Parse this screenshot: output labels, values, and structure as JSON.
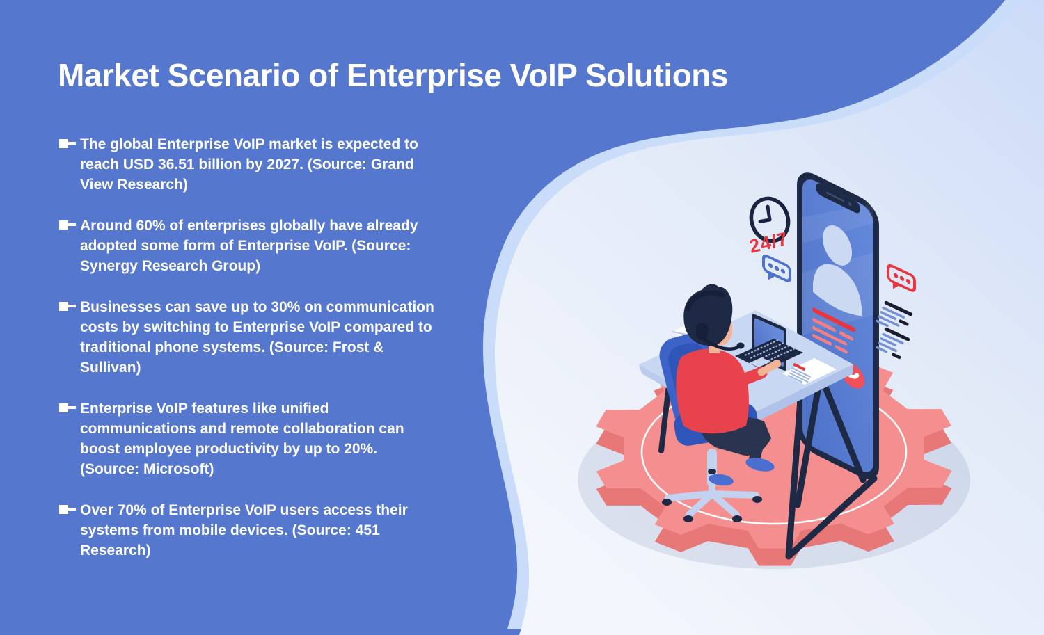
{
  "page": {
    "title": "Market Scenario of Enterprise VoIP Solutions"
  },
  "bullets": [
    {
      "text": "The global Enterprise VoIP market is expected to\nreach USD 36.51 billion by 2027. (Source: Grand\nView Research)"
    },
    {
      "text": "Around 60% of enterprises globally have already\nadopted some form of Enterprise VoIP. (Source:\nSynergy Research Group)"
    },
    {
      "text": "Businesses can save up to 30% on communication\ncosts by switching to Enterprise VoIP compared to\ntraditional phone systems. (Source: Frost &\nSullivan)"
    },
    {
      "text": "Enterprise VoIP features like unified\ncommunications and remote collaboration can\nboost employee productivity by up to 20%.\n(Source: Microsoft)"
    },
    {
      "text": "Over 70% of Enterprise VoIP users access their\nsystems from mobile devices. (Source: 451\nResearch)"
    }
  ],
  "illustration": {
    "badge_247": "24/7",
    "icons": [
      "clock-icon",
      "chat-bubble-blue-icon",
      "chat-bubble-red-icon",
      "call-accept-icon",
      "call-decline-icon",
      "envelope-icon",
      "avatar-silhouette-icon",
      "gear-platform",
      "smartphone-kiosk",
      "support-agent-at-desk",
      "laptop",
      "document"
    ]
  },
  "colors": {
    "bg_blue": "#5578CE",
    "text_white": "#FFFFFF",
    "blob_band": "#C9DCF9",
    "blob_top": "#CCDBF8",
    "blob_mid": "#E2EAF8",
    "blob_bottom": "#F3F6FC",
    "navy": "#1E2A45",
    "coral": "#F58F8F",
    "coral_dark": "#E87878",
    "red": "#E8353F",
    "salmon": "#F37F84",
    "screen_blue": "#4E72C8",
    "avatar": "#CBD9F3",
    "accept_blue": "#6F90E2",
    "decline_red": "#EF5059",
    "desk": "#C9D8F2",
    "desk_side": "#AFC3EA",
    "chair": "#2F55B9",
    "chair_light": "#3E63C8",
    "chair_base": "#C3D2EE",
    "shirt": "#E8424C",
    "skin": "#F5B396",
    "pants": "#2A3350",
    "shoe": "#4A6FD0",
    "bubble_blue": "#4C72CC",
    "line_blue": "#7591D6",
    "line_black": "#1A1E33"
  }
}
